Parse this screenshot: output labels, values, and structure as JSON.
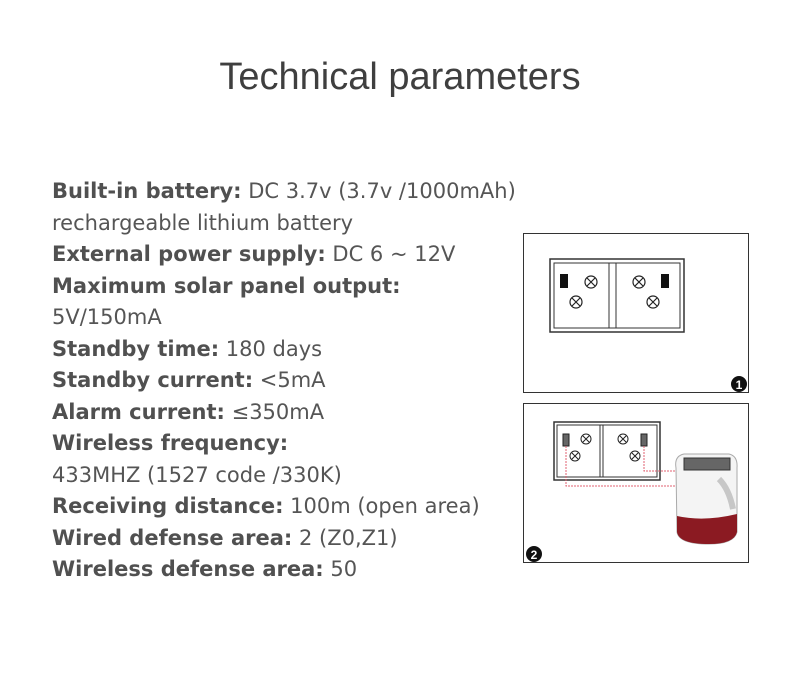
{
  "title": "Technical parameters",
  "specs": [
    {
      "label": "Built-in battery:",
      "value": " DC 3.7v (3.7v /1000mAh)"
    },
    {
      "label": "",
      "value": "rechargeable lithium battery"
    },
    {
      "label": "External power supply:",
      "value": " DC 6 ~ 12V"
    },
    {
      "label": "Maximum solar panel output:",
      "value": ""
    },
    {
      "label": "",
      "value": "5V/150mA"
    },
    {
      "label": "Standby time:",
      "value": " 180 days"
    },
    {
      "label": "Standby current:",
      "value": " <5mA"
    },
    {
      "label": "Alarm current:",
      "value": " ≤350mA"
    },
    {
      "label": "Wireless frequency:",
      "value": ""
    },
    {
      "label": "",
      "value": "433MHZ (1527 code /330K)"
    },
    {
      "label": "Receiving distance:",
      "value": " 100m (open area)"
    },
    {
      "label": "Wired defense area:",
      "value": " 2 (Z0,Z1)"
    },
    {
      "label": "Wireless defense area:",
      "value": " 50"
    }
  ],
  "figures": [
    {
      "badge": "1"
    },
    {
      "badge": "2"
    }
  ],
  "colors": {
    "wire": "#e06070",
    "siren_red": "#8b1a22"
  }
}
